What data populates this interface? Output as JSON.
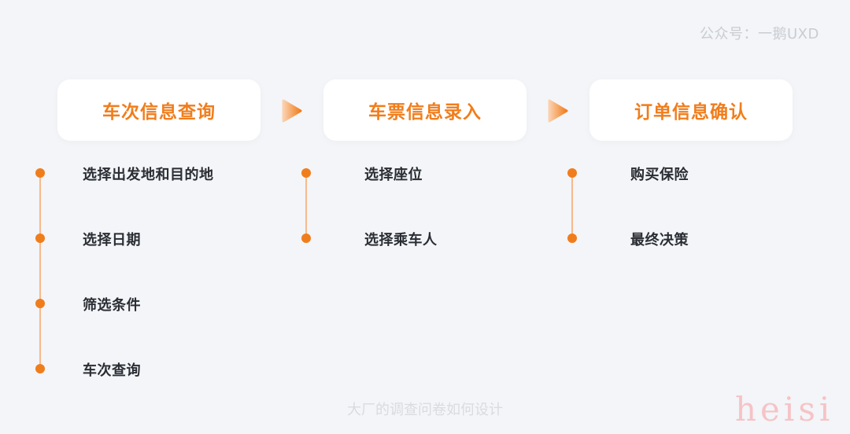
{
  "watermark": "公众号：一鹅UXD",
  "stages": [
    {
      "title": "车次信息查询",
      "steps": [
        "选择出发地和目的地",
        "选择日期",
        "筛选条件",
        "车次查询"
      ]
    },
    {
      "title": "车票信息录入",
      "steps": [
        "选择座位",
        "选择乘车人"
      ]
    },
    {
      "title": "订单信息确认",
      "steps": [
        "购买保险",
        "最终决策"
      ]
    }
  ],
  "caption": "大厂的调查问卷如何设计",
  "corner_mark": "heisi",
  "colors": {
    "accent": "#f07d1c",
    "line": "#f7b98a",
    "arrow_start": "#fbd1b0",
    "arrow_end": "#f07d1c",
    "step_text": "#2a2d33",
    "background": "#f3f5f8"
  }
}
